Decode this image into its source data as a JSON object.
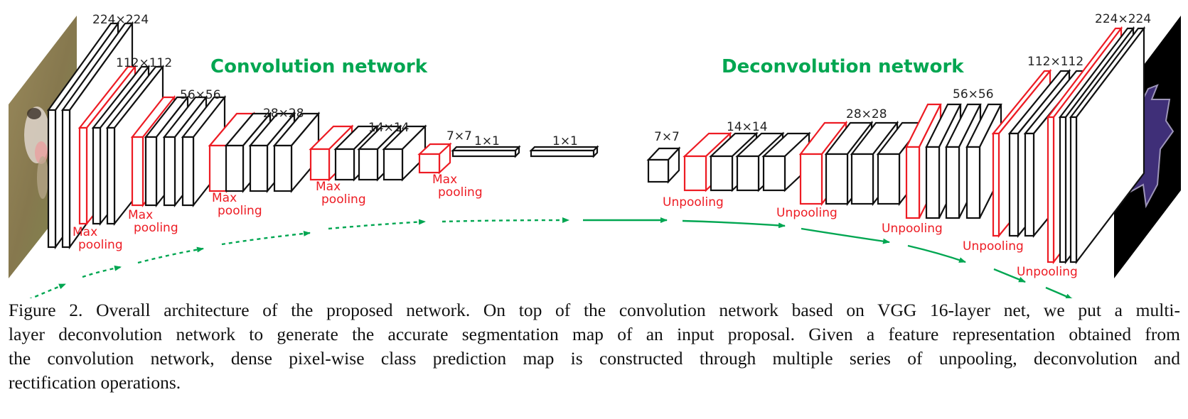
{
  "figure": {
    "titles": {
      "conv": "Convolution network",
      "deconv": "Deconvolution network"
    },
    "colors": {
      "title_green": "#00a651",
      "pool_red": "#ed1c24",
      "layer_black": "#111111",
      "arrow_green": "#00a651",
      "segmentation_purple": "#3f2f78",
      "segmentation_bg": "#000000"
    },
    "input_image": "input-photo-dog",
    "output_image": "segmentation-map",
    "conv_stages": [
      {
        "size": "224×224",
        "conv_layers": 2,
        "pool_label": [
          "Max",
          "pooling"
        ]
      },
      {
        "size": "112×112",
        "conv_layers": 2,
        "pool_label": [
          "Max",
          "pooling"
        ]
      },
      {
        "size": "56×56",
        "conv_layers": 3,
        "pool_label": [
          "Max",
          "pooling"
        ]
      },
      {
        "size": "28×28",
        "conv_layers": 3,
        "pool_label": [
          "Max",
          "pooling"
        ]
      },
      {
        "size": "14×14",
        "conv_layers": 3,
        "pool_label": [
          "Max",
          "pooling"
        ]
      },
      {
        "size": "7×7",
        "conv_layers": 0,
        "pool_label": []
      }
    ],
    "fc_layers": [
      "1×1",
      "1×1"
    ],
    "deconv_stages": [
      {
        "size": "7×7",
        "deconv_layers": 1,
        "unpool_label": ""
      },
      {
        "size": "14×14",
        "deconv_layers": 3,
        "unpool_label": "Unpooling"
      },
      {
        "size": "28×28",
        "deconv_layers": 3,
        "unpool_label": "Unpooling"
      },
      {
        "size": "56×56",
        "deconv_layers": 3,
        "unpool_label": "Unpooling"
      },
      {
        "size": "112×112",
        "deconv_layers": 2,
        "unpool_label": "Unpooling"
      },
      {
        "size": "224×224",
        "deconv_layers": 2,
        "unpool_label": "Unpooling"
      }
    ],
    "labels": {
      "max": "Max",
      "pooling": "pooling",
      "unpooling": "Unpooling"
    }
  },
  "caption": {
    "lines": [
      "Figure 2. Overall architecture of the proposed network. On top of the convolution network based on VGG 16-layer net, we put a multi-",
      "layer deconvolution network to generate the accurate segmentation map of an input proposal. Given a feature representation obtained from",
      "the convolution network, dense pixel-wise class prediction map is constructed through multiple series of unpooling, deconvolution and",
      "rectification operations."
    ]
  }
}
